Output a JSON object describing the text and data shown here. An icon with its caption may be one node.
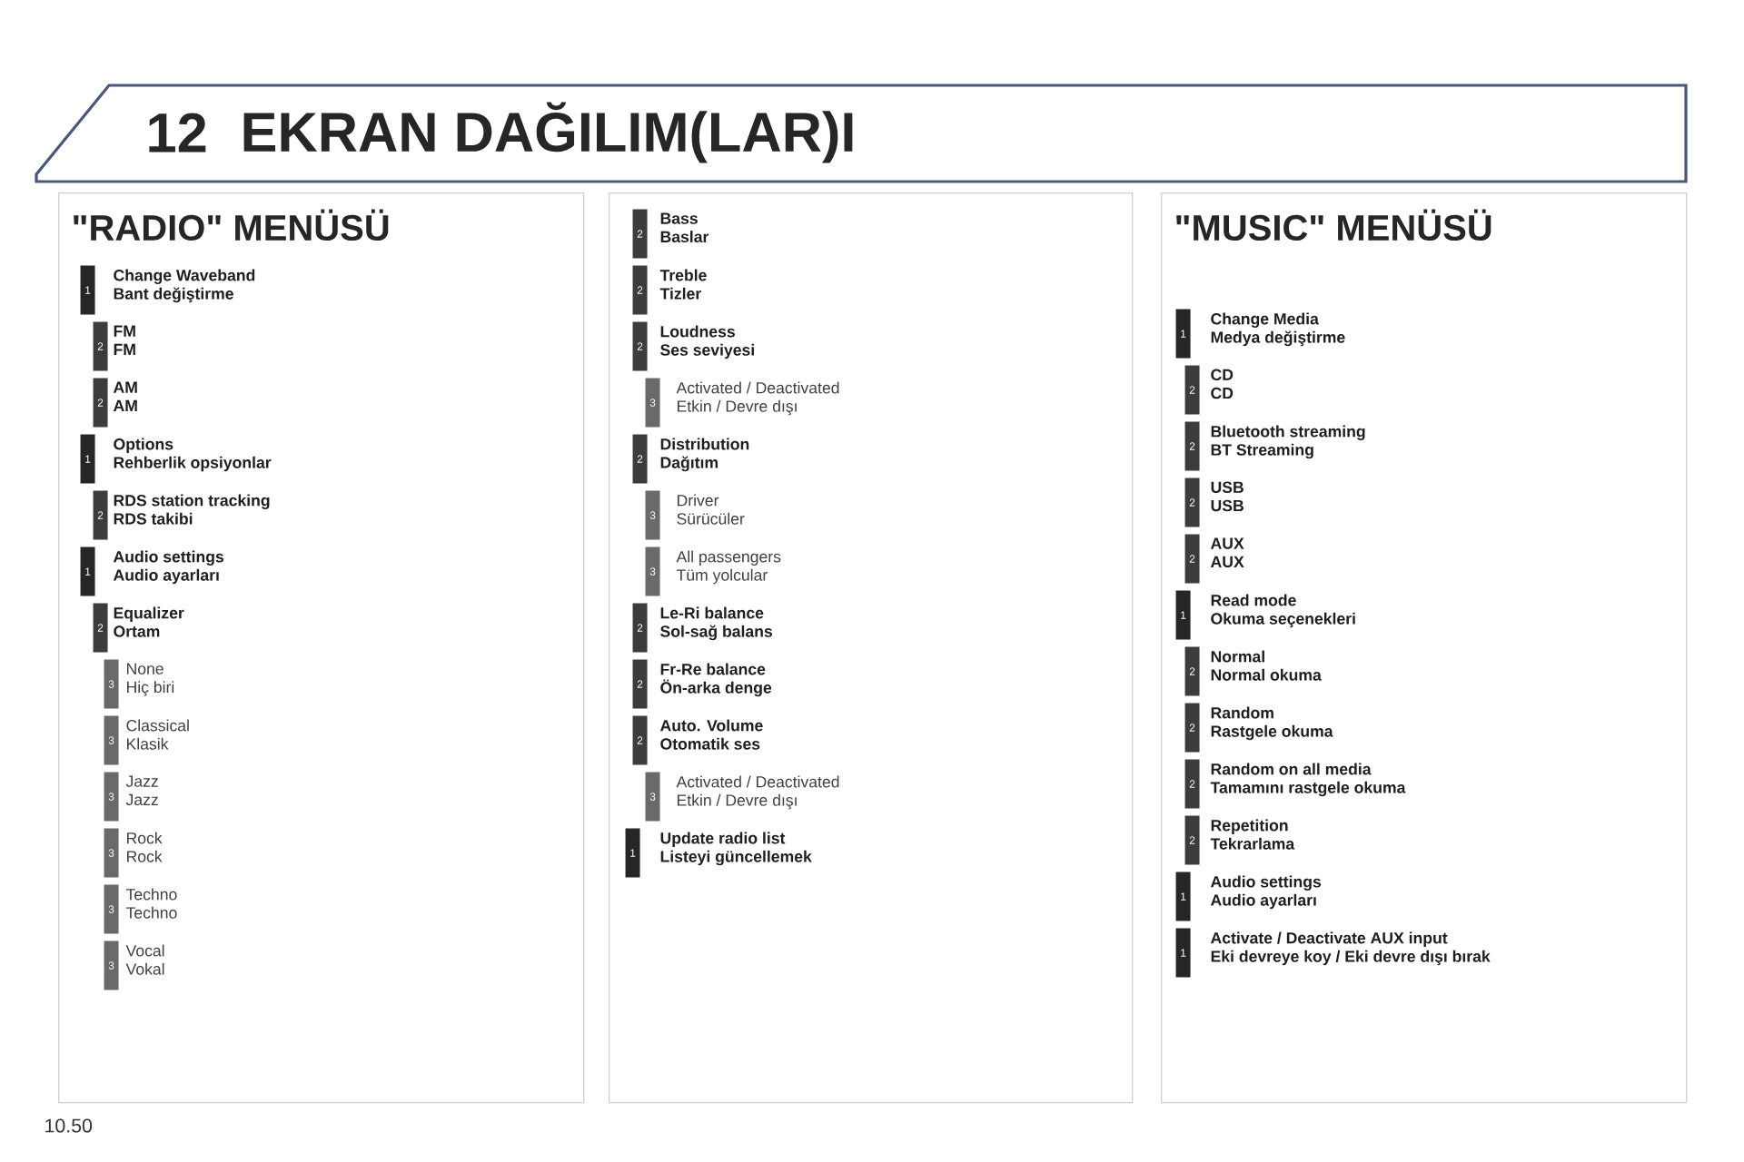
{
  "diagram": {
    "title": "EKRAN DAĞILIM(LAR)I",
    "nodes": [
      {
        "text": [
          "\"RADIO\" MENÜSÜ"
        ]
      },
      {
        "text": [
          "1"
        ],
        "beside": [
          "Change Waveband",
          "Bant değiştirme"
        ],
        "in": 0
      },
      {
        "text": [
          "2"
        ],
        "beside": [
          "FM",
          "FM"
        ],
        "in": 0
      },
      {
        "text": [
          "2"
        ],
        "beside": [
          "AM",
          "AM"
        ],
        "in": 0
      },
      {
        "text": [
          "1"
        ],
        "beside": [
          "Options",
          "Rehberlik opsiyonlar"
        ],
        "in": 0
      },
      {
        "text": [
          "2"
        ],
        "beside": [
          "RDS station tracking",
          "RDS takibi"
        ],
        "in": 0
      },
      {
        "text": [
          "1"
        ],
        "beside": [
          "Audio settings",
          "Audio ayarları"
        ],
        "in": 0
      },
      {
        "text": [
          "2"
        ],
        "beside": [
          "Equalizer",
          "Ortam"
        ],
        "in": 0
      },
      {
        "text": [
          "3"
        ],
        "beside": [
          "None",
          "Hiç biri"
        ],
        "in": 0
      },
      {
        "text": [
          "3"
        ],
        "beside": [
          "Classical",
          "Klasik"
        ],
        "in": 0
      },
      {
        "text": [
          "3"
        ],
        "beside": [
          "Jazz",
          "Jazz"
        ],
        "in": 0
      },
      {
        "text": [
          "3"
        ],
        "beside": [
          "Rock",
          "Rock"
        ],
        "in": 0
      },
      {
        "text": [
          "3"
        ],
        "beside": [
          "Techno",
          "Techno"
        ],
        "in": 0
      },
      {
        "text": [
          "3"
        ],
        "beside": [
          "Vocal",
          "Vokal"
        ],
        "in": 0
      },
      {
        "text": [],
        "shape": "box"
      },
      {
        "text": [
          "2"
        ],
        "beside": [
          "Bass",
          "Baslar"
        ],
        "in": 14
      },
      {
        "text": [
          "2"
        ],
        "beside": [
          "Treble",
          "Tizler"
        ],
        "in": 14
      },
      {
        "text": [
          "2"
        ],
        "beside": [
          "Loudness",
          "Ses seviyesi"
        ],
        "in": 14
      },
      {
        "text": [
          "3"
        ],
        "beside": [
          "Activated / Deactivated",
          "Etkin / Devre dışı"
        ],
        "in": 14
      },
      {
        "text": [
          "2"
        ],
        "beside": [
          "Distribution",
          "Dağıtım"
        ],
        "in": 14
      },
      {
        "text": [
          "3"
        ],
        "beside": [
          "Driver",
          "Sürücüler"
        ],
        "in": 14
      },
      {
        "text": [
          "3"
        ],
        "beside": [
          "All passengers",
          "Tüm yolcular"
        ],
        "in": 14
      },
      {
        "text": [
          "2"
        ],
        "beside": [
          "Le-Ri balance",
          "Sol-sağ balans"
        ],
        "in": 14
      },
      {
        "text": [
          "2"
        ],
        "beside": [
          "Fr-Re balance",
          "Ön-arka denge"
        ],
        "in": 14
      },
      {
        "text": [
          "2"
        ],
        "beside": [
          "Auto. Volume",
          "Otomatik ses"
        ],
        "in": 14
      },
      {
        "text": [
          "3"
        ],
        "beside": [
          "Activated / Deactivated",
          "Etkin / Devre dışı"
        ],
        "in": 14
      },
      {
        "text": [
          "1"
        ],
        "beside": [
          "Update radio list",
          "Listeyi güncellemek"
        ],
        "in": 14
      },
      {
        "text": [
          "\"MUSIC\" MENÜSÜ"
        ]
      },
      {
        "text": [
          "1"
        ],
        "beside": [
          "Change Media",
          "Medya değiştirme"
        ],
        "in": 27
      },
      {
        "text": [
          "2"
        ],
        "beside": [
          "CD",
          "CD"
        ],
        "in": 27
      },
      {
        "text": [
          "2"
        ],
        "beside": [
          "Bluetooth streaming",
          "BT Streaming"
        ],
        "in": 27
      },
      {
        "text": [
          "2"
        ],
        "beside": [
          "USB",
          "USB"
        ],
        "in": 27
      },
      {
        "text": [
          "2"
        ],
        "beside": [
          "AUX",
          "AUX"
        ],
        "in": 27
      },
      {
        "text": [
          "1"
        ],
        "beside": [
          "Read mode",
          "Okuma seçenekleri"
        ],
        "in": 27
      },
      {
        "text": [
          "2"
        ],
        "beside": [
          "Normal",
          "Normal okuma"
        ],
        "in": 27
      },
      {
        "text": [
          "2"
        ],
        "beside": [
          "Random",
          "Rastgele okuma"
        ],
        "in": 27
      },
      {
        "text": [
          "2"
        ],
        "beside": [
          "Random on all media",
          "Tamamını rastgele okuma"
        ],
        "in": 27
      },
      {
        "text": [
          "2"
        ],
        "beside": [
          "Repetition",
          "Tekrarlama"
        ],
        "in": 27
      },
      {
        "text": [
          "1"
        ],
        "beside": [
          "Audio settings",
          "Audio ayarları"
        ],
        "in": 27
      },
      {
        "text": [
          "1"
        ],
        "beside": [
          "Activate / Deactivate AUX input",
          "Eki devreye koy / Eki devre dışı bırak"
        ],
        "in": 27
      }
    ],
    "labels": [
      "12",
      "10.50"
    ]
  }
}
